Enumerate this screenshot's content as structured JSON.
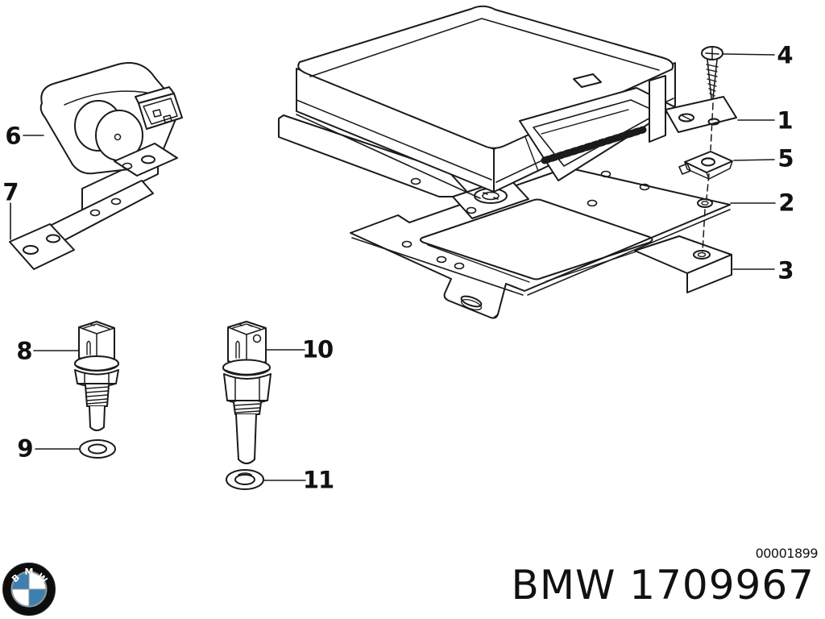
{
  "callouts": {
    "c1": "1",
    "c2": "2",
    "c3": "3",
    "c4": "4",
    "c5": "5",
    "c6": "6",
    "c7": "7",
    "c8": "8",
    "c9": "9",
    "c10": "10",
    "c11": "11"
  },
  "footer": {
    "part_number": "BMW 1709967",
    "doc_number": "00001899"
  },
  "logo": {
    "letters": {
      "b": "B",
      "m": "M",
      "w": "W"
    },
    "blue": "#3d7fae"
  },
  "colors": {
    "line": "#1a1a1a",
    "background": "#ffffff"
  }
}
